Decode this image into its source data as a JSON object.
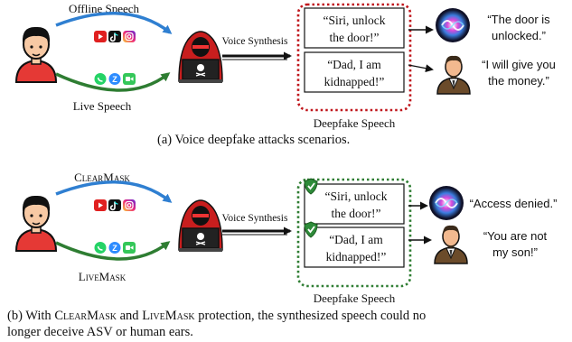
{
  "colors": {
    "speech_border_a": "#c0161c",
    "speech_border_b": "#2e7d32",
    "curve_top": "#2f7fd1",
    "curve_bottom": "#2e7d32",
    "hacker_hood": "#c81e1e",
    "siri_accent": "#8e44ad",
    "man_jacket": "#6b4b2a",
    "shield": "#2e8b3a"
  },
  "panel_a": {
    "top_label": "Offline Speech",
    "bottom_label": "Live Speech",
    "arrow_label": "Voice Synthesis",
    "box_caption": "Deepfake Speech",
    "speech1_line1": "“Siri, unlock",
    "speech1_line2": "the door!”",
    "speech2_line1": "“Dad, I am",
    "speech2_line2": "kidnapped!”",
    "reply1_line1": "“The door is",
    "reply1_line2": "unlocked.”",
    "reply2_line1": "“I will give you",
    "reply2_line2": "the money.”",
    "caption": "(a)  Voice deepfake attacks scenarios."
  },
  "panel_b": {
    "top_label": "ClearMask",
    "bottom_label": "LiveMask",
    "arrow_label": "Voice Synthesis",
    "box_caption": "Deepfake Speech",
    "speech1_line1": "“Siri, unlock",
    "speech1_line2": "the door!”",
    "speech2_line1": "“Dad, I am",
    "speech2_line2": "kidnapped!”",
    "reply1_line1": "“Access denied.”",
    "reply2_line1": "“You are not",
    "reply2_line2": "my son!”",
    "caption_prefix": "(b)  With ",
    "caption_clearmask": "ClearMask",
    "caption_and": " and ",
    "caption_livemask": "LiveMask",
    "caption_rest": " protection, the synthesized speech could no",
    "caption_line2": "longer deceive ASV or human ears."
  },
  "icons": [
    "person-icon",
    "youtube-icon",
    "tiktok-icon",
    "instagram-icon",
    "whatsapp-icon",
    "zoom-icon",
    "facetime-icon",
    "hacker-icon",
    "siri-icon",
    "man-icon",
    "shield-check-icon"
  ]
}
